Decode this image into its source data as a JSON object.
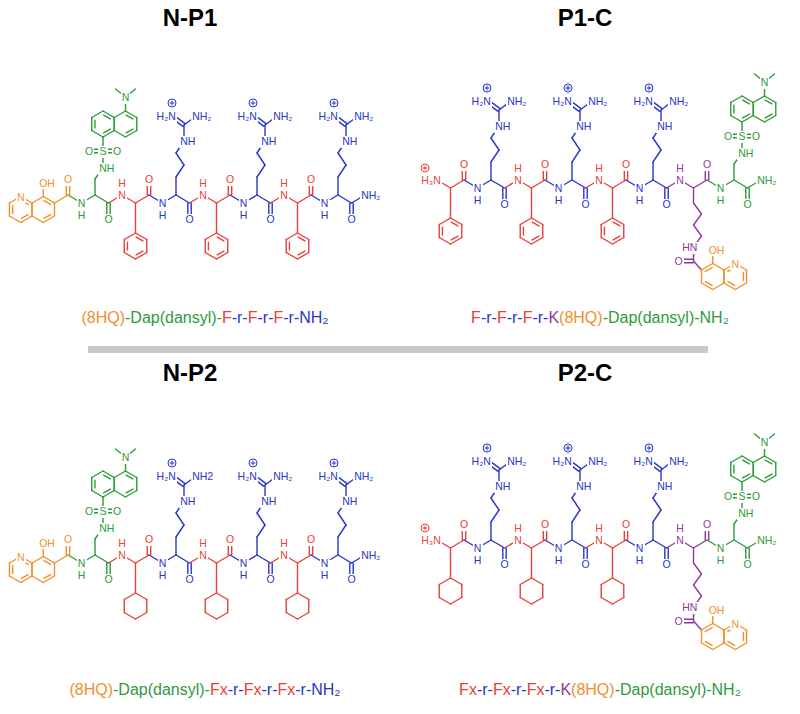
{
  "diagram": {
    "labels": [
      "N-P1",
      "O",
      "OH",
      "N",
      "NH",
      "NH",
      "S",
      "O",
      "O",
      "N",
      "O",
      "HN",
      "O",
      "NH",
      "NH",
      "H₂N",
      "NH₂",
      "O",
      "HN",
      "O",
      "NH",
      "NH",
      "H₂N",
      "NH₂",
      "O",
      "HN",
      "O",
      "NH",
      "NH",
      "H₂N",
      "NH₂",
      "O",
      "NH₂",
      "(8HQ)",
      "-Dap(dansyl)-",
      "F",
      "-r-",
      "F",
      "-r-",
      "F",
      "-r-NH₂",
      "P1-C",
      "H₃N",
      "O",
      "NH",
      "NH",
      "H₂N",
      "NH₂",
      "O",
      "HN",
      "O",
      "NH",
      "NH",
      "H₂N",
      "NH₂",
      "O",
      "HN",
      "O",
      "NH",
      "NH",
      "H₂N",
      "NH₂",
      "O",
      "HN",
      "HN",
      "O",
      "OH",
      "N",
      "O",
      "NH",
      "NH",
      "S",
      "O",
      "O",
      "N",
      "O",
      "NH₂",
      "F",
      "-r-",
      "F",
      "-r-",
      "F",
      "-r-",
      "K",
      "(8HQ)",
      "-Dap(dansyl)-NH₂",
      "N-P2",
      "O",
      "OH",
      "N",
      "NH",
      "NH",
      "S",
      "O",
      "O",
      "N",
      "O",
      "HN",
      "O",
      "NH",
      "NH",
      "H₂N",
      "NH2",
      "O",
      "HN",
      "O",
      "NH",
      "NH",
      "H₂N",
      "NH₂",
      "O",
      "HN",
      "O",
      "NH",
      "NH",
      "H₂N",
      "NH₂",
      "O",
      "NH₂",
      "(8HQ)",
      "-Dap(dansyl)-",
      "Fx",
      "-r-",
      "Fx",
      "-r-",
      "Fx",
      "-r-NH₂",
      "P2-C",
      "H₃N",
      "O",
      "NH",
      "NH",
      "H₂N",
      "NH₂",
      "O",
      "HN",
      "O",
      "NH",
      "NH",
      "H₂N",
      "NH₂",
      "O",
      "HN",
      "O",
      "NH",
      "NH",
      "H₂N",
      "NH₂",
      "O",
      "HN",
      "HN",
      "O",
      "OH",
      "N",
      "O",
      "NH",
      "NH",
      "S",
      "O",
      "O",
      "N",
      "O",
      "NH₂",
      "Fx",
      "-r-",
      "Fx",
      "-r-",
      "Fx",
      "-r-",
      "K",
      "(8HQ)",
      "-Dap(dansyl)-NH₂"
    ]
  }
}
